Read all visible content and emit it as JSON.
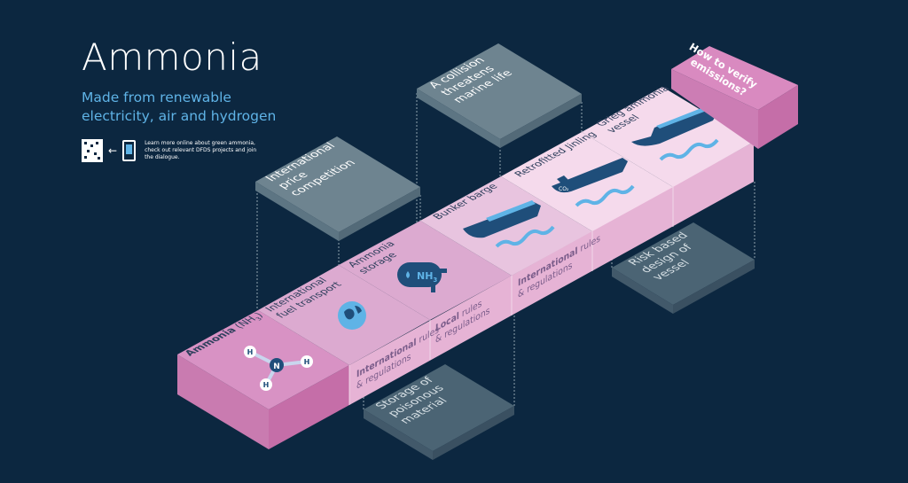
{
  "header": {
    "title": "Ammonia",
    "subtitle_line1": "Made from renewable",
    "subtitle_line2": "electricity, air and hydrogen",
    "qr_caption": "Learn more online about green ammonia, check out relevant DFDS projects and join the dialogue."
  },
  "cells": {
    "ammonia": {
      "label": "Ammonia",
      "formula": "(NH",
      "subscript": "3",
      "close": ")"
    },
    "fuel_transport": {
      "line1": "International",
      "line2": "fuel transport"
    },
    "storage": {
      "line1": "Ammonia",
      "line2": "storage",
      "tank_label": "NH",
      "tank_sub": "3"
    },
    "bunker": {
      "line1": "Bunker barge"
    },
    "retrofitted": {
      "line1": "Retrofitted Jinling",
      "ship_label": "CO₂"
    },
    "grieg": {
      "line1": "Grieg ammonia",
      "line2": "vessel"
    }
  },
  "molecule": {
    "center": "N",
    "atoms": [
      "H",
      "H",
      "H"
    ]
  },
  "front_labels": [
    {
      "bold": "International",
      "rest": "rules",
      "line2": "& regulations"
    },
    {
      "bold": "Local",
      "rest": "rules",
      "line2": "& regulations"
    },
    {
      "bold": "International",
      "rest": "rules",
      "line2": "& regulations"
    }
  ],
  "panels": {
    "price": [
      "International",
      "price",
      "competition"
    ],
    "collision": [
      "A collision",
      "threatens",
      "marine life"
    ],
    "risk": [
      "Risk based",
      "design of",
      "vessel"
    ],
    "storage": [
      "Storage of",
      "poisonous",
      "material"
    ]
  },
  "end_cap": {
    "line1": "How to verify",
    "line2": "emissions?"
  },
  "colors": {
    "background": "#0c2740",
    "accent_blue": "#5fb3e6",
    "icon_navy": "#1f4e7a",
    "pink_dark": "#d892c4",
    "pink_light": "#f5daec",
    "panel_grey": "#6e8490",
    "end_cap": "#d98ac0"
  }
}
